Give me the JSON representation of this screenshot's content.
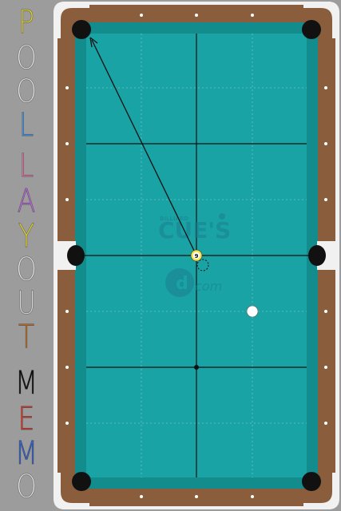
{
  "title_letters": [
    {
      "char": "P",
      "color": "#f2e23a"
    },
    {
      "char": "O",
      "color": "#f7f7f7"
    },
    {
      "char": "O",
      "color": "#f7f7f7"
    },
    {
      "char": "L",
      "color": "#4aa0f0"
    },
    {
      "char": "L",
      "color": "#f07ab0"
    },
    {
      "char": "A",
      "color": "#c070e0"
    },
    {
      "char": "Y",
      "color": "#f2e23a"
    },
    {
      "char": "O",
      "color": "#f7f7f7"
    },
    {
      "char": "U",
      "color": "#e8e8e8"
    },
    {
      "char": "T",
      "color": "#c87a30"
    },
    {
      "char": "M",
      "color": "#111111"
    },
    {
      "char": "E",
      "color": "#e04030"
    },
    {
      "char": "M",
      "color": "#3a6ad0"
    },
    {
      "char": "O",
      "color": "#f7f7f7"
    }
  ],
  "balls": [
    {
      "id": "nine-ball",
      "label": "9",
      "type": "object"
    },
    {
      "id": "cue-ball",
      "label": "",
      "type": "cue"
    }
  ],
  "watermark": {
    "small": "BILLIARD",
    "main": "CUE'S",
    "sub": "com"
  },
  "colors": {
    "felt": "#19a3a5",
    "rail": "#8a5e3c",
    "rail_cushion": "#138c8e",
    "pocket": "#111111",
    "background": "#9c9c9c"
  }
}
